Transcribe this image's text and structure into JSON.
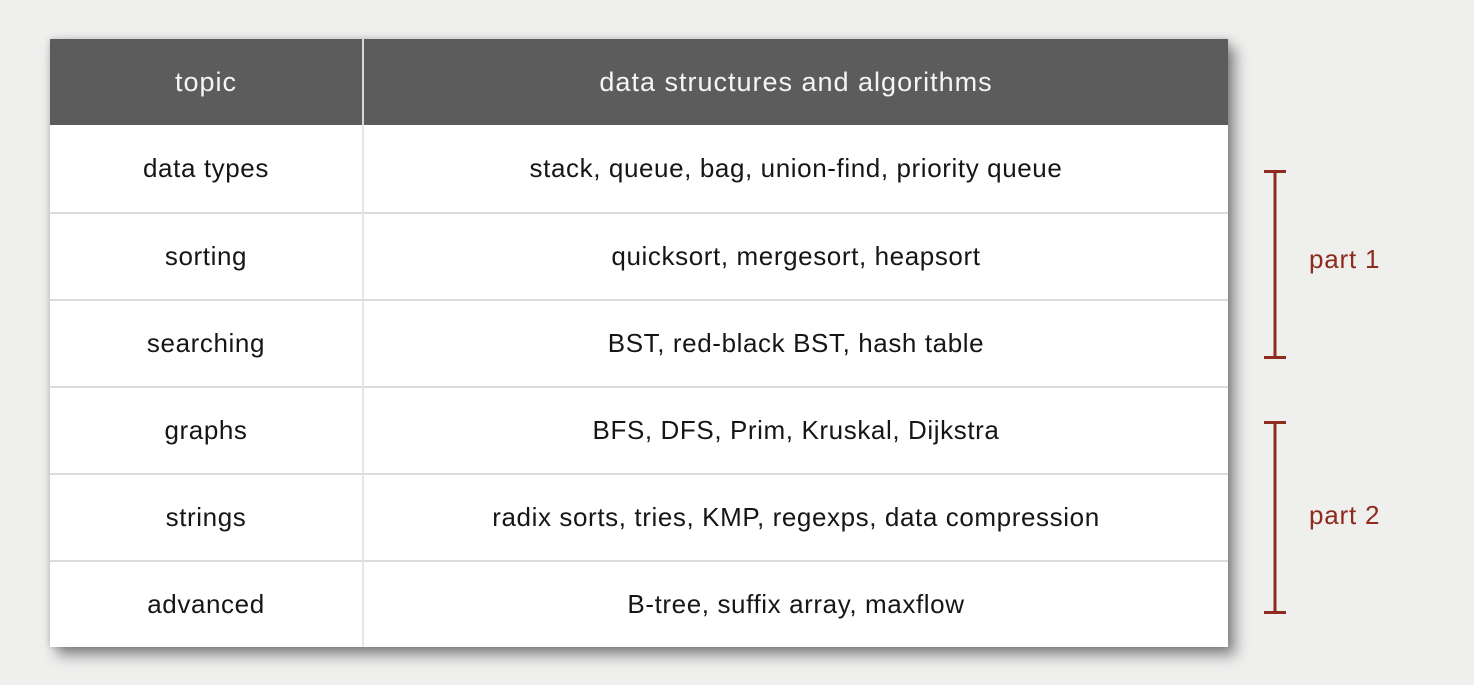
{
  "table": {
    "header": {
      "col1": "topic",
      "col2": "data structures and algorithms"
    },
    "rows": [
      {
        "topic": "data types",
        "algorithms": "stack, queue, bag, union-find, priority queue"
      },
      {
        "topic": "sorting",
        "algorithms": "quicksort, mergesort, heapsort"
      },
      {
        "topic": "searching",
        "algorithms": "BST, red-black BST, hash table"
      },
      {
        "topic": "graphs",
        "algorithms": "BFS, DFS, Prim, Kruskal, Dijkstra"
      },
      {
        "topic": "strings",
        "algorithms": "radix sorts, tries, KMP, regexps, data compression"
      },
      {
        "topic": "advanced",
        "algorithms": "B-tree, suffix array, maxflow"
      }
    ]
  },
  "annotations": [
    {
      "label": "part 1",
      "rows_spanned": [
        "data types",
        "sorting",
        "searching"
      ]
    },
    {
      "label": "part 2",
      "rows_spanned": [
        "graphs",
        "strings",
        "advanced"
      ]
    }
  ],
  "colors": {
    "page_background": "#efefee",
    "header_background": "#5c5c5c",
    "header_text": "#f5f5f5",
    "body_text": "#161616",
    "accent_red": "#8e2b1e",
    "row_border": "#dcdcdc",
    "column_divider": "#e7e7e7"
  }
}
